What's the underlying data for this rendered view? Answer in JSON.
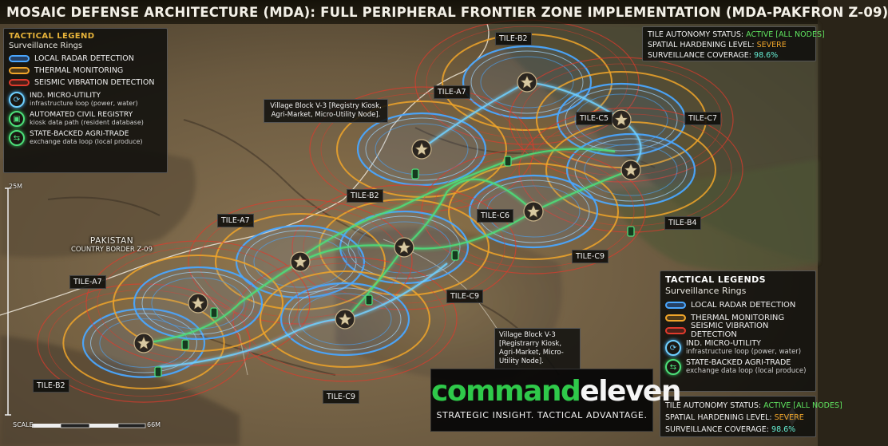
{
  "title": "MOSAIC DEFENSE ARCHITECTURE (MDA): FULL PERIPHERAL FRONTIER ZONE IMPLEMENTATION (MDA-PAKFRON Z-09)",
  "colors": {
    "radar": "#4aa7ff",
    "thermal": "#f0a52a",
    "seismic": "#e03a2c",
    "utility_loop": "#6fd0ff",
    "agri_loop": "#4de07a",
    "brand_green": "#2fc94a"
  },
  "legend_top_left": {
    "heading": "TACTICAL LEGEND",
    "subheading": "Surveillance Rings",
    "rings": [
      {
        "label": "LOCAL RADAR DETECTION",
        "swatch": "blue"
      },
      {
        "label": "THERMAL MONITORING",
        "swatch": "orange"
      },
      {
        "label": "SEISMIC VIBRATION DETECTION",
        "swatch": "red"
      }
    ],
    "loops": [
      {
        "icon": "utility-loop-icon",
        "main": "IND. MICRO-UTILITY",
        "sub": "infrastructure loop (power, water)",
        "color": "blue"
      },
      {
        "icon": "registry-kiosk-icon",
        "main": "AUTOMATED CIVIL REGISTRY",
        "sub": "kiosk data path (resident database)",
        "color": "green"
      },
      {
        "icon": "agri-trade-icon",
        "main": "STATE-BACKED AGRI-TRADE",
        "sub": "exchange data loop (local produce)",
        "color": "green"
      }
    ]
  },
  "legend_bottom_right": {
    "heading": "TACTICAL LEGENDS",
    "subheading": "Surveillance Rings",
    "rings": [
      {
        "label": "LOCAL RADAR DETECTION",
        "swatch": "blue"
      },
      {
        "label": "THERMAL MONITORING",
        "swatch": "orange"
      },
      {
        "label": "SEISMIC VIBRATION DETECTION",
        "swatch": "red"
      }
    ],
    "loops": [
      {
        "icon": "utility-loop-icon",
        "main": "IND. MICRO-UTILITY",
        "sub": "infrastructure loop (power, water)",
        "color": "blue"
      },
      {
        "icon": "agri-trade-icon",
        "main": "STATE-BACKED AGRI-TRADE",
        "sub": "exchange data loop (local produce)",
        "color": "green"
      }
    ]
  },
  "status_top_right": {
    "autonomy_label": "TILE AUTONOMY STATUS:",
    "autonomy_value": "ACTIVE [ALL NODES]",
    "hardening_label": "SPATIAL HARDENING LEVEL:",
    "hardening_value": "SEVERE",
    "coverage_label": "SURVEILLANCE COVERAGE:",
    "coverage_value": "98.6%"
  },
  "status_bottom_right": {
    "autonomy_label": "TILE AUTONOMY STATUS:",
    "autonomy_value": "ACTIVE [ALL NODES]",
    "hardening_label": "SPATIAL HARDENING LEVEL:",
    "hardening_value": "SEVERE",
    "coverage_label": "SURVEILLANCE COVERAGE:",
    "coverage_value": "98.6%"
  },
  "tiles": [
    {
      "label": "TILE-B2"
    },
    {
      "label": "TILE-A7"
    },
    {
      "label": "TILE-C5"
    },
    {
      "label": "TILE-C7"
    },
    {
      "label": "TILE-B2"
    },
    {
      "label": "TILE-C6"
    },
    {
      "label": "TILE-B4"
    },
    {
      "label": "TILE-A7"
    },
    {
      "label": "TILE-C9"
    },
    {
      "label": "TILE-A7"
    },
    {
      "label": "TILE-C9"
    },
    {
      "label": "TILE-B2"
    },
    {
      "label": "TILE-C9"
    }
  ],
  "callouts": {
    "village_1": "Village Block V-3 [Registry Kiosk, Agri-Market, Micro-Utility Node].",
    "village_2": "Village Block V-3 [Registrarry Kiosk, Agri-Market, Micro-Utility Node]."
  },
  "country": {
    "name": "PAKISTAN",
    "border": "COUNTRY BORDER Z-09"
  },
  "brand": {
    "name_part1": "command",
    "name_part2": "eleven",
    "tagline": "STRATEGIC INSIGHT. TACTICAL ADVANTAGE."
  },
  "scale": {
    "vertical_label": "25M",
    "bottom_label": "SCALE",
    "bottom_end": "66M"
  }
}
